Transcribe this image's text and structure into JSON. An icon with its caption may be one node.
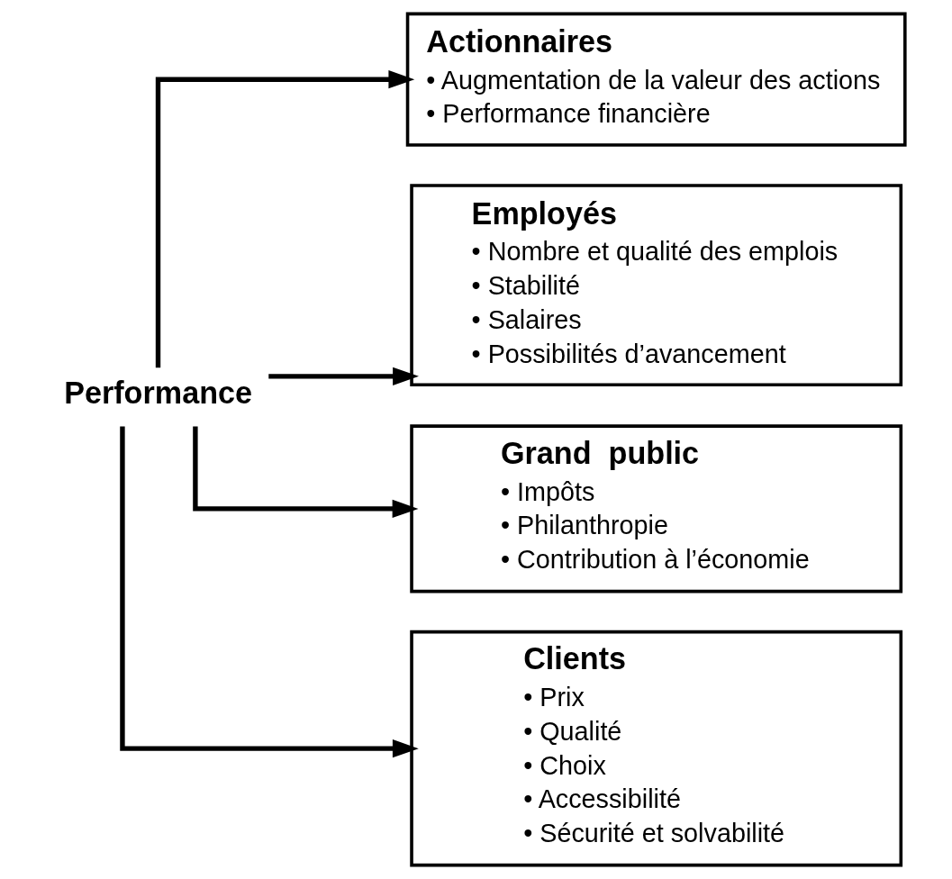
{
  "diagram": {
    "nodes": [
      {
        "text": [
          "Performance"
        ]
      },
      {
        "text": [
          "Actionnaires",
          "• Augmentation de la valeur des actions",
          "• Performance financière"
        ]
      },
      {
        "text": [
          "Employés",
          "• Nombre et qualité des emplois",
          "• Stabilité",
          "• Salaires",
          "• Possibilités d’avancement"
        ]
      },
      {
        "text": [
          "Grand  public",
          "• Impôts",
          "• Philanthropie",
          "• Contribution à l’économie"
        ]
      },
      {
        "text": [
          "Clients",
          "• Prix",
          "• Qualité",
          "• Choix",
          "• Accessibilité",
          "• Sécurité et solvabilité"
        ]
      }
    ],
    "edges": [
      {
        "from": 0,
        "to": 1,
        "arrow": "to"
      },
      {
        "from": 0,
        "to": 2,
        "arrow": "to"
      },
      {
        "from": 0,
        "to": 3,
        "arrow": "to"
      },
      {
        "from": 0,
        "to": 4,
        "arrow": "to"
      }
    ]
  }
}
